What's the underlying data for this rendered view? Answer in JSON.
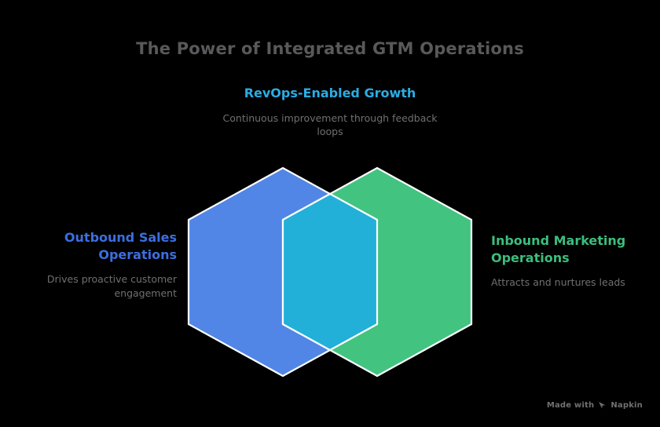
{
  "title": "The Power of Integrated GTM Operations",
  "background_color": "#000000",
  "title_color": "#58595b",
  "labels": {
    "center": {
      "heading": "RevOps-Enabled Growth",
      "subtitle": "Continuous improvement through feedback loops",
      "color": "#2aade3"
    },
    "left": {
      "heading": "Outbound Sales Operations",
      "subtitle": "Drives proactive customer engagement",
      "color": "#3b6fe0"
    },
    "right": {
      "heading": "Inbound Marketing Operations",
      "subtitle": "Attracts and nurtures leads",
      "color": "#3dbd7d"
    }
  },
  "diagram": {
    "type": "venn-hexagon",
    "shapes": [
      {
        "name": "outbound-sales-hexagon",
        "fill": "#5186e6",
        "stroke": "#ffffff"
      },
      {
        "name": "inbound-marketing-hexagon",
        "fill": "#42c480",
        "stroke": "#ffffff"
      },
      {
        "name": "overlap-region",
        "fill": "#22b0d8",
        "stroke": "#ffffff"
      }
    ]
  },
  "watermark": {
    "prefix": "Made with",
    "brand": "Napkin",
    "icon": "napkin-logo-icon",
    "color": "#6f7072"
  }
}
